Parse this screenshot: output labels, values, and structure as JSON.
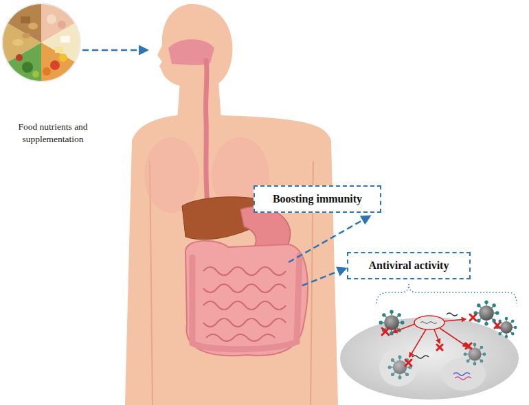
{
  "diagram": {
    "nodes": [
      {
        "text": [
          "Boosting immunity"
        ]
      },
      {
        "text": [
          "Antiviral activity"
        ]
      }
    ],
    "labels": [
      "Food nutrients and supplementation"
    ]
  }
}
